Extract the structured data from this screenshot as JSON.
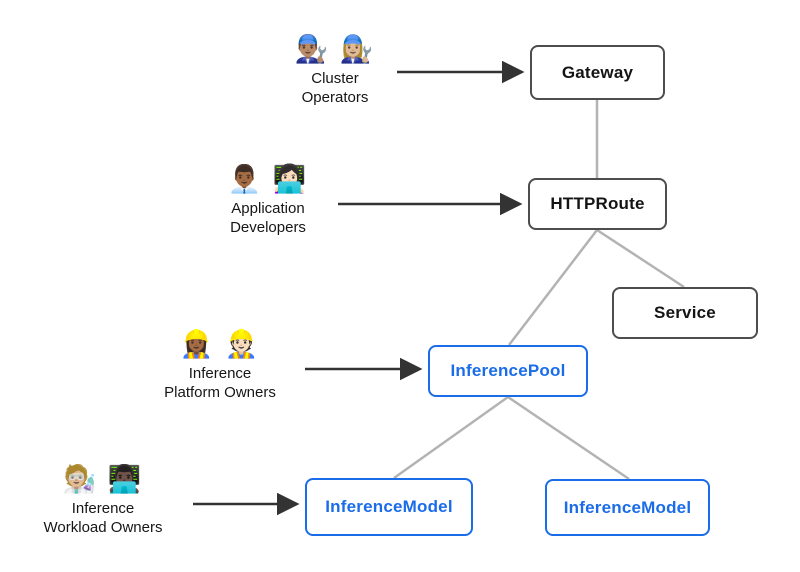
{
  "colors": {
    "background": "#ffffff",
    "standard_node_border": "#4d4d4d",
    "standard_node_text": "#141414",
    "extension_node_color": "#1a6ce8",
    "connector_line": "#b3b3b3",
    "arrow": "#333333"
  },
  "actors": [
    {
      "id": "cluster-operators",
      "emoji": "👨🏽‍🔧 👩🏼‍🔧",
      "label": [
        "Cluster",
        "Operators"
      ]
    },
    {
      "id": "application-developers",
      "emoji": "👨🏾‍💼 👩🏻‍💻",
      "label": [
        "Application",
        "Developers"
      ]
    },
    {
      "id": "inference-platform-owners",
      "emoji": "👷🏾‍♀️ 👷🏻",
      "label": [
        "Inference",
        "Platform Owners"
      ]
    },
    {
      "id": "inference-workload-owners",
      "emoji": "🧑🏼‍🔬 👨🏿‍💻",
      "label": [
        "Inference",
        "Workload Owners"
      ]
    }
  ],
  "nodes": {
    "gateway": {
      "label": "Gateway",
      "type": "standard"
    },
    "httproute": {
      "label": "HTTPRoute",
      "type": "standard"
    },
    "service": {
      "label": "Service",
      "type": "standard"
    },
    "inferencepool": {
      "label": "InferencePool",
      "type": "extension"
    },
    "inferencemodel_l": {
      "label": "InferenceModel",
      "type": "extension"
    },
    "inferencemodel_r": {
      "label": "InferenceModel",
      "type": "extension"
    }
  }
}
